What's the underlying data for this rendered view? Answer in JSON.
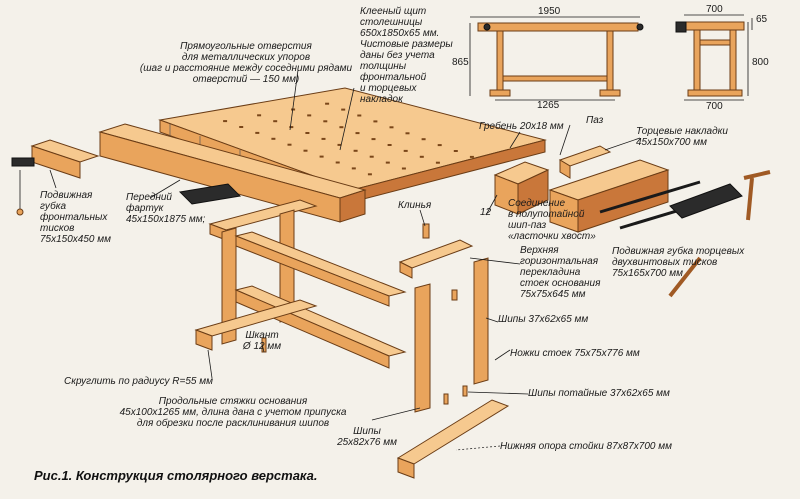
{
  "colors": {
    "wood": "#e9a45c",
    "wood_dark": "#c9773a",
    "wood_light": "#f6c98f",
    "steel": "#2b2b2b",
    "ink": "#1a1a1a",
    "paper": "#f4f1ea"
  },
  "dims": {
    "length_top": "1950",
    "length_base": "1265",
    "height": "865",
    "depth_top": "700",
    "depth_base": "700",
    "thickness": "65",
    "side_height": "800"
  },
  "labels": {
    "holes": [
      "Прямоугольные отверстия",
      "для металлических упоров",
      "(шаг и расстояние между соседними рядами",
      "отверстий — 150 мм)"
    ],
    "glued_top": [
      "Клееный щит",
      "столешницы",
      "650х1850х65 мм.",
      "Чистовые размеры",
      "даны без учета",
      "толщины",
      "фронтальной",
      "и торцевых",
      "накладок"
    ],
    "ridge": "Гребень 20х18 мм",
    "groove": "Паз",
    "end_pads": [
      "Торцевые накладки",
      "45х150х700 мм"
    ],
    "front_vise": [
      "Подвижная",
      "губка",
      "фронтальных",
      "тисков",
      "75х150х450 мм"
    ],
    "apron": [
      "Передний",
      "фартук",
      "45х150х1875 мм;"
    ],
    "wedges": "Клинья",
    "dovetail": [
      "Соединение",
      "в полупотайной",
      "шип-паз",
      "«ласточки хвост»"
    ],
    "num12": "12",
    "upper_rail": [
      "Верхняя",
      "горизонтальная",
      "перекладина",
      "стоек основания",
      "75х75х645 мм"
    ],
    "end_vise": [
      "Подвижная губка торцевых",
      "двухвинтовых тисков",
      "75х165х700 мм"
    ],
    "tenons_upper": "Шипы 37х62х65 мм",
    "legs": "Ножки стоек 75х75х776 мм",
    "dowel": [
      "Шкант",
      "Ø 12 мм"
    ],
    "round": "Скруглить по радиусу R=55 мм",
    "hidden_tenons": "Шипы потайные 37х62х65 мм",
    "long_rails": [
      "Продольные стяжки основания",
      "45х100х1265 мм, длина дана с учетом припуска",
      "для обрезки после расклинивания шипов"
    ],
    "tenons_low": [
      "Шипы",
      "25х82х76 мм"
    ],
    "foot": "Нижняя опора стойки 87х87х700 мм"
  },
  "caption": "Рис.1. Конструкция столярного верстака."
}
